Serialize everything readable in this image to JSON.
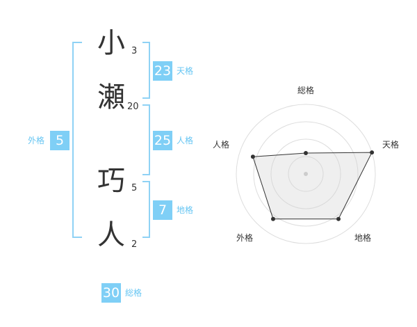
{
  "name": {
    "chars": [
      {
        "char": "小",
        "strokes": "3"
      },
      {
        "char": "瀬",
        "strokes": "20"
      },
      {
        "char": "巧",
        "strokes": "5"
      },
      {
        "char": "人",
        "strokes": "2"
      }
    ]
  },
  "scores": {
    "tenkaku": {
      "value": "23",
      "label": "天格"
    },
    "jinkaku": {
      "value": "25",
      "label": "人格"
    },
    "chikaku": {
      "value": "7",
      "label": "地格"
    },
    "gaikaku": {
      "value": "5",
      "label": "外格"
    },
    "soukaku": {
      "value": "30",
      "label": "総格"
    }
  },
  "colors": {
    "accent": "#7fcff6",
    "bracket": "#8fd2f5"
  },
  "chart_data": {
    "type": "radar",
    "axes": [
      "総格",
      "天格",
      "地格",
      "外格",
      "人格"
    ],
    "values": [
      0.3,
      1.0,
      0.8,
      0.8,
      0.8
    ],
    "range": [
      0,
      1
    ],
    "rings": 4
  }
}
